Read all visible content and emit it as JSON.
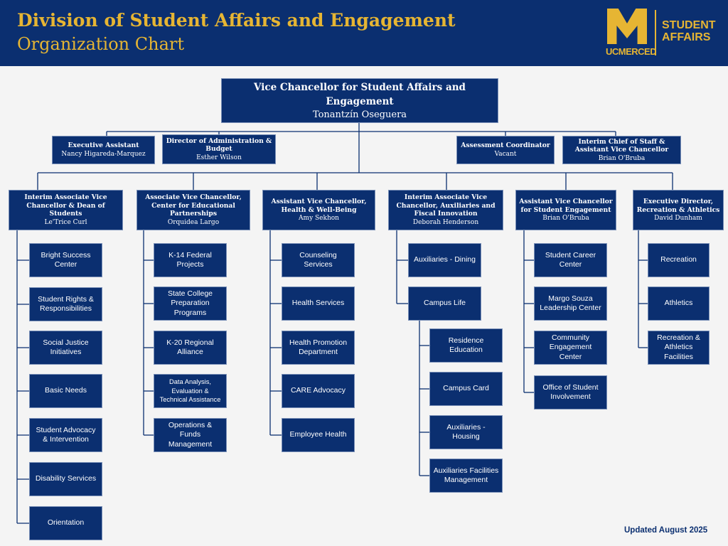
{
  "header": {
    "title": "Division of Student Affairs and Engagement",
    "subtitle": "Organization Chart",
    "logo_text": "UCMERCED",
    "logo_tag": "STUDENT AFFAIRS"
  },
  "colors": {
    "navy": "#0b2f70",
    "gold": "#e6b533",
    "background": "#f4f4f4",
    "line": "#0b2f70"
  },
  "top": {
    "title": "Vice Chancellor for Student Affairs and Engagement",
    "name": "Tonantzín Oseguera"
  },
  "staff": [
    {
      "title": "Executive Assistant",
      "name": "Nancy Higareda-Marquez"
    },
    {
      "title": "Director of Administration & Budget",
      "name": "Esther Wilson"
    },
    {
      "title": "Assessment Coordinator",
      "name": "Vacant"
    },
    {
      "title": "Interim Chief of Staff & Assistant Vice Chancellor",
      "name": "Brian O'Bruba"
    }
  ],
  "divisions": [
    {
      "title": "Interim Associate Vice Chancellor & Dean of Students",
      "name": "Le'Trice Curl",
      "units": [
        "Bright Success Center",
        "Student Rights & Responsibilities",
        "Social Justice Initiatives",
        "Basic Needs",
        "Student Advocacy & Intervention",
        "Disability Services",
        "Orientation"
      ]
    },
    {
      "title": "Associate Vice Chancellor, Center for Educational Partnerships",
      "name": "Orquidea Largo",
      "units": [
        "K-14 Federal Projects",
        "State College Preparation Programs",
        "K-20 Regional Alliance",
        "Data Analysis, Evaluation & Technical Assistance",
        "Operations & Funds Management"
      ]
    },
    {
      "title": "Assistant Vice Chancellor, Health & Well-Being",
      "name": "Amy Sekhon",
      "units": [
        "Counseling Services",
        "Health Services",
        "Health Promotion Department",
        "CARE Advocacy",
        "Employee Health"
      ]
    },
    {
      "title": "Interim Associate Vice Chancellor, Auxiliaries and Fiscal Innovation",
      "name": "Deborah Henderson",
      "units": [
        "Auxiliaries - Dining",
        "Campus Life"
      ],
      "subunits": [
        "Residence Education",
        "Campus Card",
        "Auxiliaries - Housing",
        "Auxiliaries Facilities Management"
      ]
    },
    {
      "title": "Assistant Vice Chancellor for Student Engagement",
      "name": "Brian O'Bruba",
      "units": [
        "Student Career Center",
        "Margo Souza Leadership Center",
        "Community Engagement Center",
        "Office of Student Involvement"
      ]
    },
    {
      "title": "Executive Director, Recreation & Athletics",
      "name": "David Dunham",
      "units": [
        "Recreation",
        "Athletics",
        "Recreation & Athletics Facilities"
      ]
    }
  ],
  "footer": {
    "updated": "Updated August 2025"
  }
}
